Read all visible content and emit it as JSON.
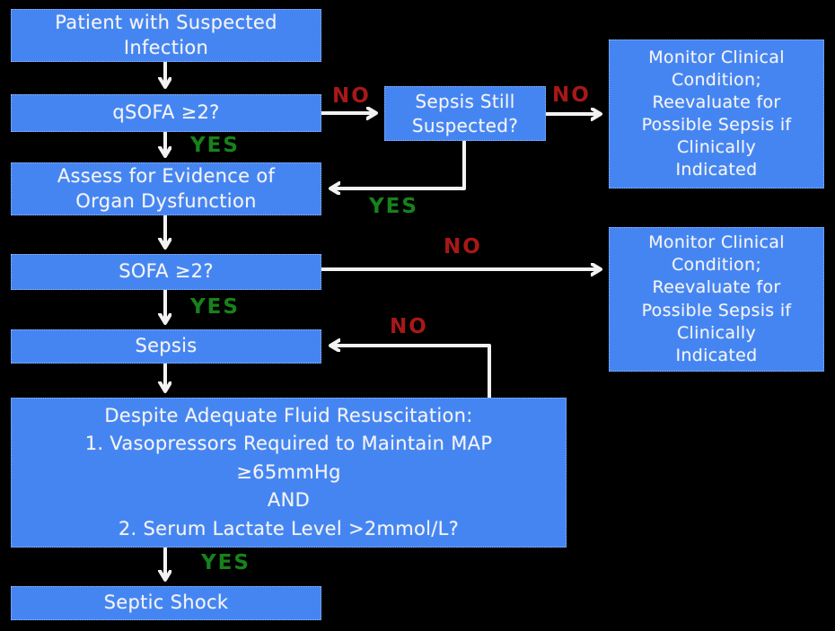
{
  "diagram": {
    "type": "flowchart",
    "topic": "Sepsis and septic shock evaluation pathway",
    "colors": {
      "background": "#000000",
      "node_fill": "#4585F2",
      "node_text": "#F4F4F4",
      "arrow": "#F2F2F2",
      "label_no": "#A81818",
      "label_yes": "#17821B"
    },
    "nodes": {
      "patient": {
        "lines": [
          "Patient with Suspected",
          "Infection"
        ]
      },
      "qsofa": {
        "text": "qSOFA ≥2?"
      },
      "sepsis_still": {
        "lines": [
          "Sepsis Still",
          "Suspected?"
        ]
      },
      "monitor_top": {
        "lines": [
          "Monitor Clinical",
          "Condition;",
          "Reevaluate for",
          "Possible Sepsis if",
          "Clinically",
          "Indicated"
        ]
      },
      "assess": {
        "lines": [
          "Assess for Evidence of",
          "Organ Dysfunction"
        ]
      },
      "sofa": {
        "text": "SOFA ≥2?"
      },
      "monitor_mid": {
        "lines": [
          "Monitor Clinical",
          "Condition;",
          "Reevaluate for",
          "Possible Sepsis if",
          "Clinically",
          "Indicated"
        ]
      },
      "sepsis": {
        "text": "Sepsis"
      },
      "despite": {
        "lines": [
          "Despite Adequate Fluid Resuscitation:",
          "1. Vasopressors Required to Maintain MAP",
          "≥65mmHg",
          "AND",
          "2. Serum Lactate Level >2mmol/L?"
        ]
      },
      "septic_shock": {
        "text": "Septic Shock"
      }
    },
    "edges": [
      {
        "from": "patient",
        "to": "qsofa",
        "label": ""
      },
      {
        "from": "qsofa",
        "to": "sepsis_still",
        "label": "NO"
      },
      {
        "from": "qsofa",
        "to": "assess",
        "label": "YES"
      },
      {
        "from": "sepsis_still",
        "to": "monitor_top",
        "label": "NO"
      },
      {
        "from": "sepsis_still",
        "to": "assess",
        "label": "YES"
      },
      {
        "from": "assess",
        "to": "sofa",
        "label": ""
      },
      {
        "from": "sofa",
        "to": "monitor_mid",
        "label": "NO"
      },
      {
        "from": "sofa",
        "to": "sepsis",
        "label": "YES"
      },
      {
        "from": "sepsis",
        "to": "despite",
        "label": ""
      },
      {
        "from": "despite",
        "to": "sepsis",
        "label": "NO"
      },
      {
        "from": "despite",
        "to": "septic_shock",
        "label": "YES"
      }
    ]
  }
}
